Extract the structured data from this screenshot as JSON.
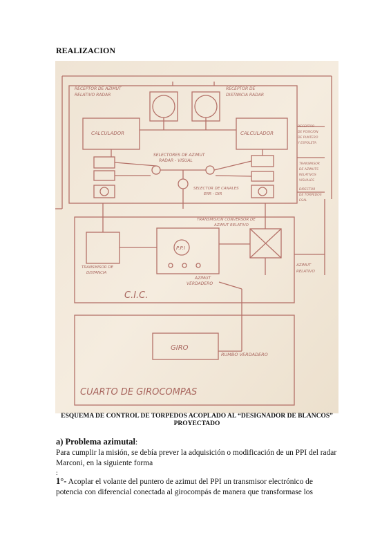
{
  "page": {
    "heading": "REALIZACION",
    "figure": {
      "labels": {
        "receptor_azimut_radar": [
          "RECEPTOR DE AZIMUT",
          "RELATIVO RADAR"
        ],
        "receptor_distancia_radar": [
          "RECEPTOR DE",
          "DISTANCIA RADAR"
        ],
        "calculador_left": "CALCULADOR",
        "calculador_right": "CALCULADOR",
        "selectores_azimut": [
          "SELECTORES DE AZIMUT",
          "RADAR - VISUAL"
        ],
        "selector_canales": [
          "SELECTOR DE CANALES",
          "ERR - DIR"
        ],
        "receptor_rumbo": [
          "RECEPTOR",
          "DE POSICION",
          "DE PUNTERO",
          "Y ESPOLETA"
        ],
        "transmisor_azimut_visual": [
          "TRANSMISOR",
          "DE AZIMUTS",
          "RELATIVOS",
          "VISUALES"
        ],
        "director_torpedos": [
          "DIRECTOR",
          "DE TORPEDOS",
          "ESAL"
        ],
        "transmisor_conversor": [
          "TRANSMISION CONVERSOR DE",
          "AZIMUT RELATIVO"
        ],
        "ppi": "P.P.I",
        "transmisor_distancia": [
          "TRANSMISOR DE",
          "DISTANCIA"
        ],
        "azimut_verdadero": [
          "AZIMUT",
          "VERDADERO"
        ],
        "azimut_relativo": [
          "AZIMUT",
          "RELATIVO"
        ],
        "cic": "C.I.C.",
        "giro": "GIRO",
        "rumbo_verdadero": "RUMBO VERDADERO",
        "cuarto_girocompas": "CUARTO DE GIROCOMPAS"
      }
    },
    "caption_line1": "ESQUEMA DE CONTROL DE TORPEDOS ACOPLADO AL “DESIGNADOR DE BLANCOS”",
    "caption_line2": "PROYECTADO",
    "section_title": "a) Problema azimutal",
    "section_colon": ":",
    "para1": "Para cumplir la misión, se debía prever la adquisición o modificación de un PPI  del radar Marconi, en la siguiente forma",
    "stray_colon": ":",
    "item1_lead": "1°-",
    "item1_text": " Acoplar el volante del puntero de azimut del PPI un transmisor electrónico de potencia con diferencial conectada al girocompás de manera que transformase los"
  }
}
